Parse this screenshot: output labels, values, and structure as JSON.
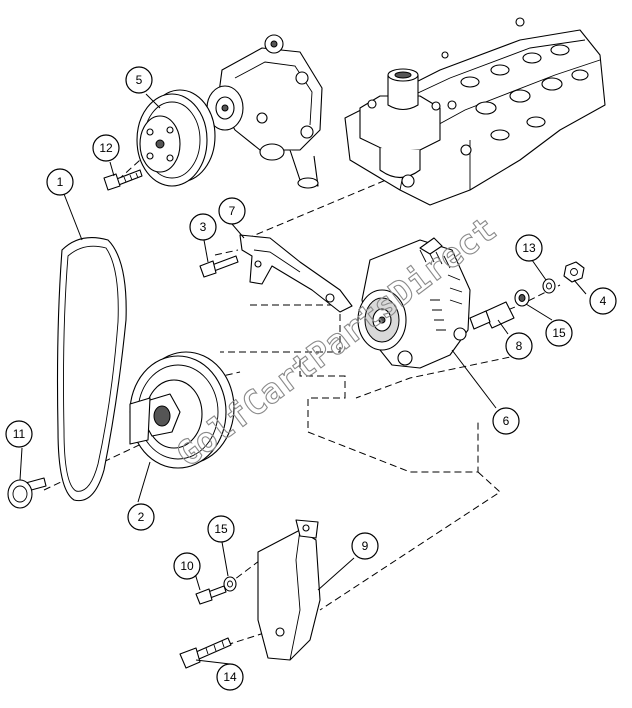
{
  "diagram": {
    "callouts": [
      "1",
      "2",
      "3",
      "4",
      "5",
      "6",
      "7",
      "8",
      "9",
      "10",
      "11",
      "12",
      "13",
      "14",
      "15",
      "15"
    ],
    "watermark": "GolfCartPartsDirect"
  }
}
